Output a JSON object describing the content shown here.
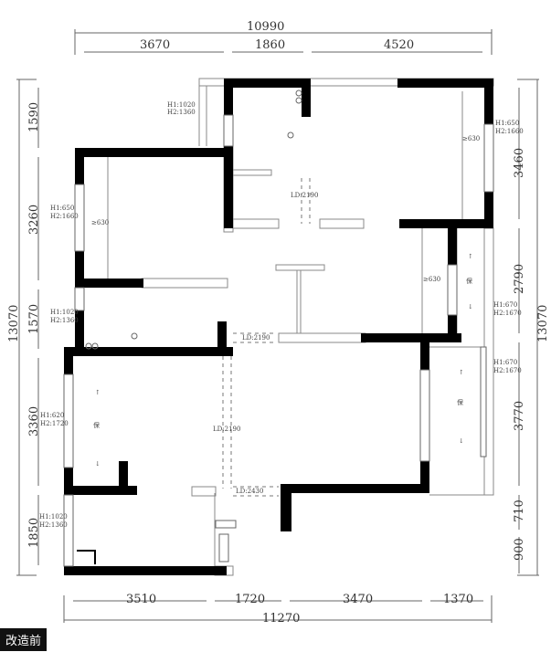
{
  "caption": "改造前",
  "dimensions": {
    "top_total": "10990",
    "top_segments": [
      "3670",
      "1860",
      "4520"
    ],
    "bottom_total": "11270",
    "bottom_segments": [
      "3510",
      "1720",
      "3470",
      "1370"
    ],
    "left_total": "13070",
    "left_segments": [
      "1590",
      "3260",
      "1570",
      "3360",
      "1850"
    ],
    "right_total": "13070",
    "right_segments": [
      "3460",
      "2790",
      "3770",
      "710",
      "900"
    ]
  },
  "window_labels": {
    "top_left": [
      "H1:1020",
      "H2:1360"
    ],
    "left_bedroom": [
      "H1:650",
      "H2:1660"
    ],
    "left_bath": [
      "H1:1020",
      "H2:1360"
    ],
    "left_living": [
      "H1:620",
      "H2:1720"
    ],
    "left_kitchen": [
      "H1:1020",
      "H2:1360"
    ],
    "right_bedroom": [
      "H1:650",
      "H2:1660"
    ],
    "right_balcony_upper": [
      "H1:670",
      "H2:1670"
    ],
    "right_balcony_lower": [
      "H1:670",
      "H2:1670"
    ]
  },
  "door_labels": {
    "upper_hall": "LD:2190",
    "middle": "LD:2190",
    "vertical": "LD:2190",
    "kitchen": "LD:2430"
  },
  "wardrobe_labels": [
    "≥630",
    "≥630",
    "≥630"
  ],
  "balcony_text": [
    "↑",
    "保",
    "↓"
  ]
}
